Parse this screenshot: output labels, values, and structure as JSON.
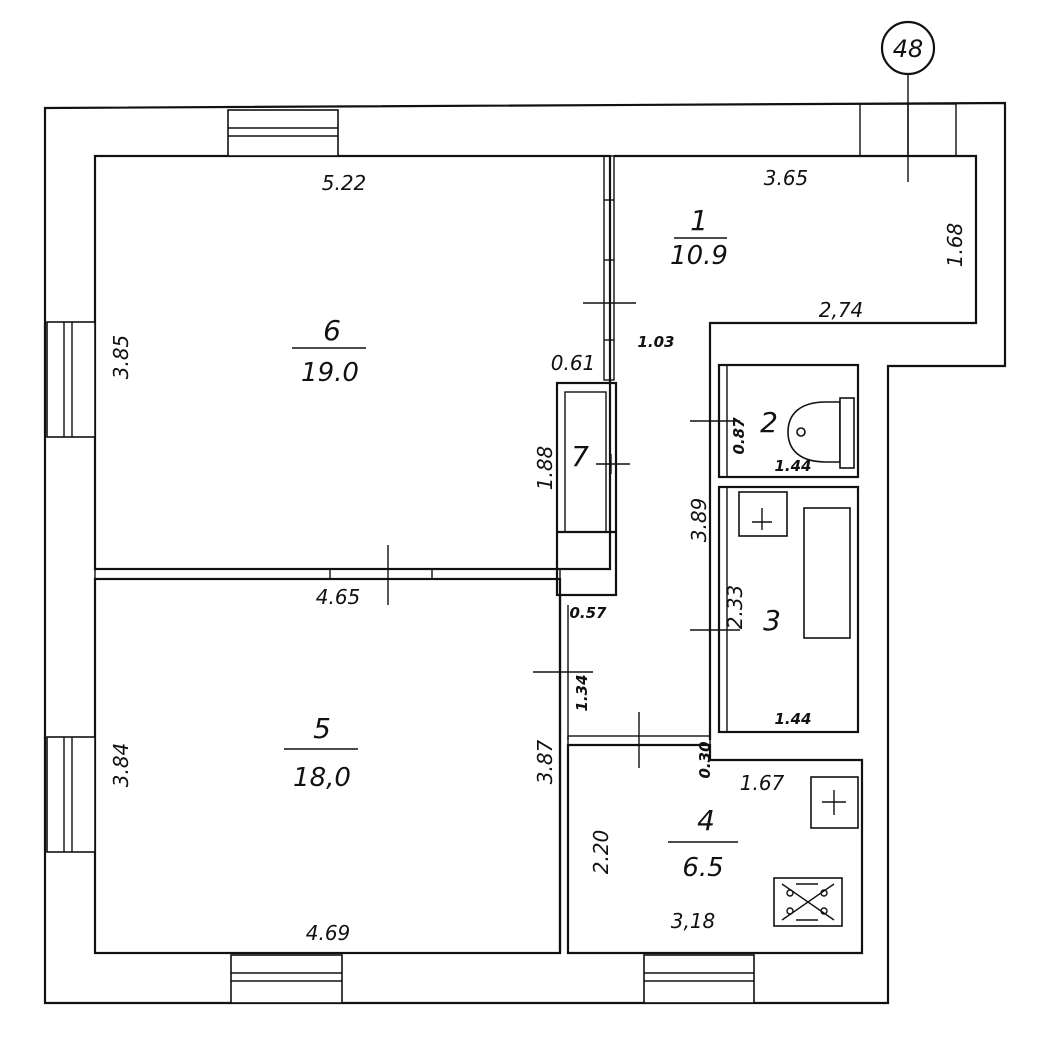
{
  "marker": "48",
  "rooms": [
    {
      "number": "1",
      "area": "10.9"
    },
    {
      "number": "2",
      "area": ""
    },
    {
      "number": "3",
      "area": ""
    },
    {
      "number": "4",
      "area": "6.5"
    },
    {
      "number": "5",
      "area": "18,0"
    },
    {
      "number": "6",
      "area": "19.0"
    },
    {
      "number": "7",
      "area": ""
    }
  ],
  "dimensions": {
    "r6_width": "5.22",
    "r6_height": "3.85",
    "r6_r5_wall": "4.65",
    "r7_width": "0.61",
    "r7_height": "1.88",
    "r1_width": "3.65",
    "r1_height": "1.68",
    "r1_inner": "2,74",
    "corridor_width": "1.03",
    "corridor_height": "3.89",
    "r2_height": "0.87",
    "r2_width": "1.44",
    "r3_height": "2.33",
    "r3_width": "1.44",
    "niche_width": "0.57",
    "door_opening": "1.34",
    "r5_height": "3.84",
    "r5_right": "3.87",
    "r5_width": "4.69",
    "kitchen_offset": "0.30",
    "kitchen_top": "1.67",
    "kitchen_height": "2.20",
    "kitchen_width": "3,18"
  }
}
